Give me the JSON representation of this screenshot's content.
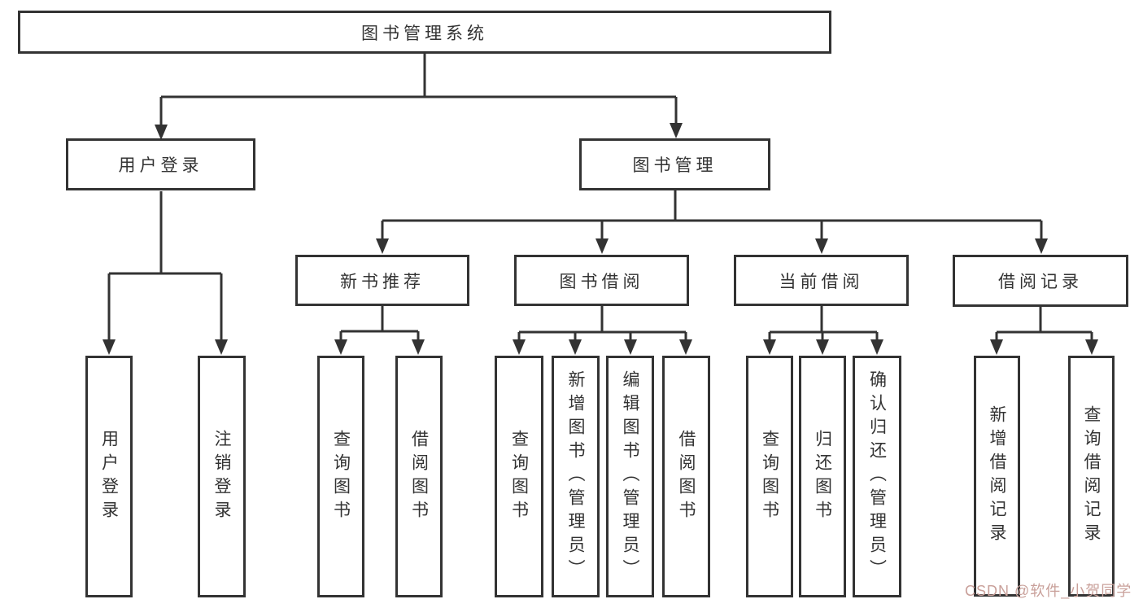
{
  "page": {
    "background": "#ffffff"
  },
  "colors": {
    "line": "#333333",
    "box_border": "#333333",
    "text": "#333333",
    "watermark": "#c9a09a"
  },
  "tree": {
    "root": {
      "label": "图书管理系统",
      "children": [
        {
          "label": "用户登录",
          "children": [
            {
              "label": "用户登录"
            },
            {
              "label": "注销登录"
            }
          ]
        },
        {
          "label": "图书管理",
          "children": [
            {
              "label": "新书推荐",
              "children": [
                {
                  "label": "查询图书"
                },
                {
                  "label": "借阅图书"
                }
              ]
            },
            {
              "label": "图书借阅",
              "children": [
                {
                  "label": "查询图书"
                },
                {
                  "label": "新增图书（管理员）"
                },
                {
                  "label": "编辑图书（管理员）"
                },
                {
                  "label": "借阅图书"
                }
              ]
            },
            {
              "label": "当前借阅",
              "children": [
                {
                  "label": "查询图书"
                },
                {
                  "label": "归还图书"
                },
                {
                  "label": "确认归还（管理员）"
                }
              ]
            },
            {
              "label": "借阅记录",
              "children": [
                {
                  "label": "新增借阅记录"
                },
                {
                  "label": "查询借阅记录"
                }
              ]
            }
          ]
        }
      ]
    }
  },
  "watermark": {
    "text": "CSDN @软件_小贺同学"
  }
}
